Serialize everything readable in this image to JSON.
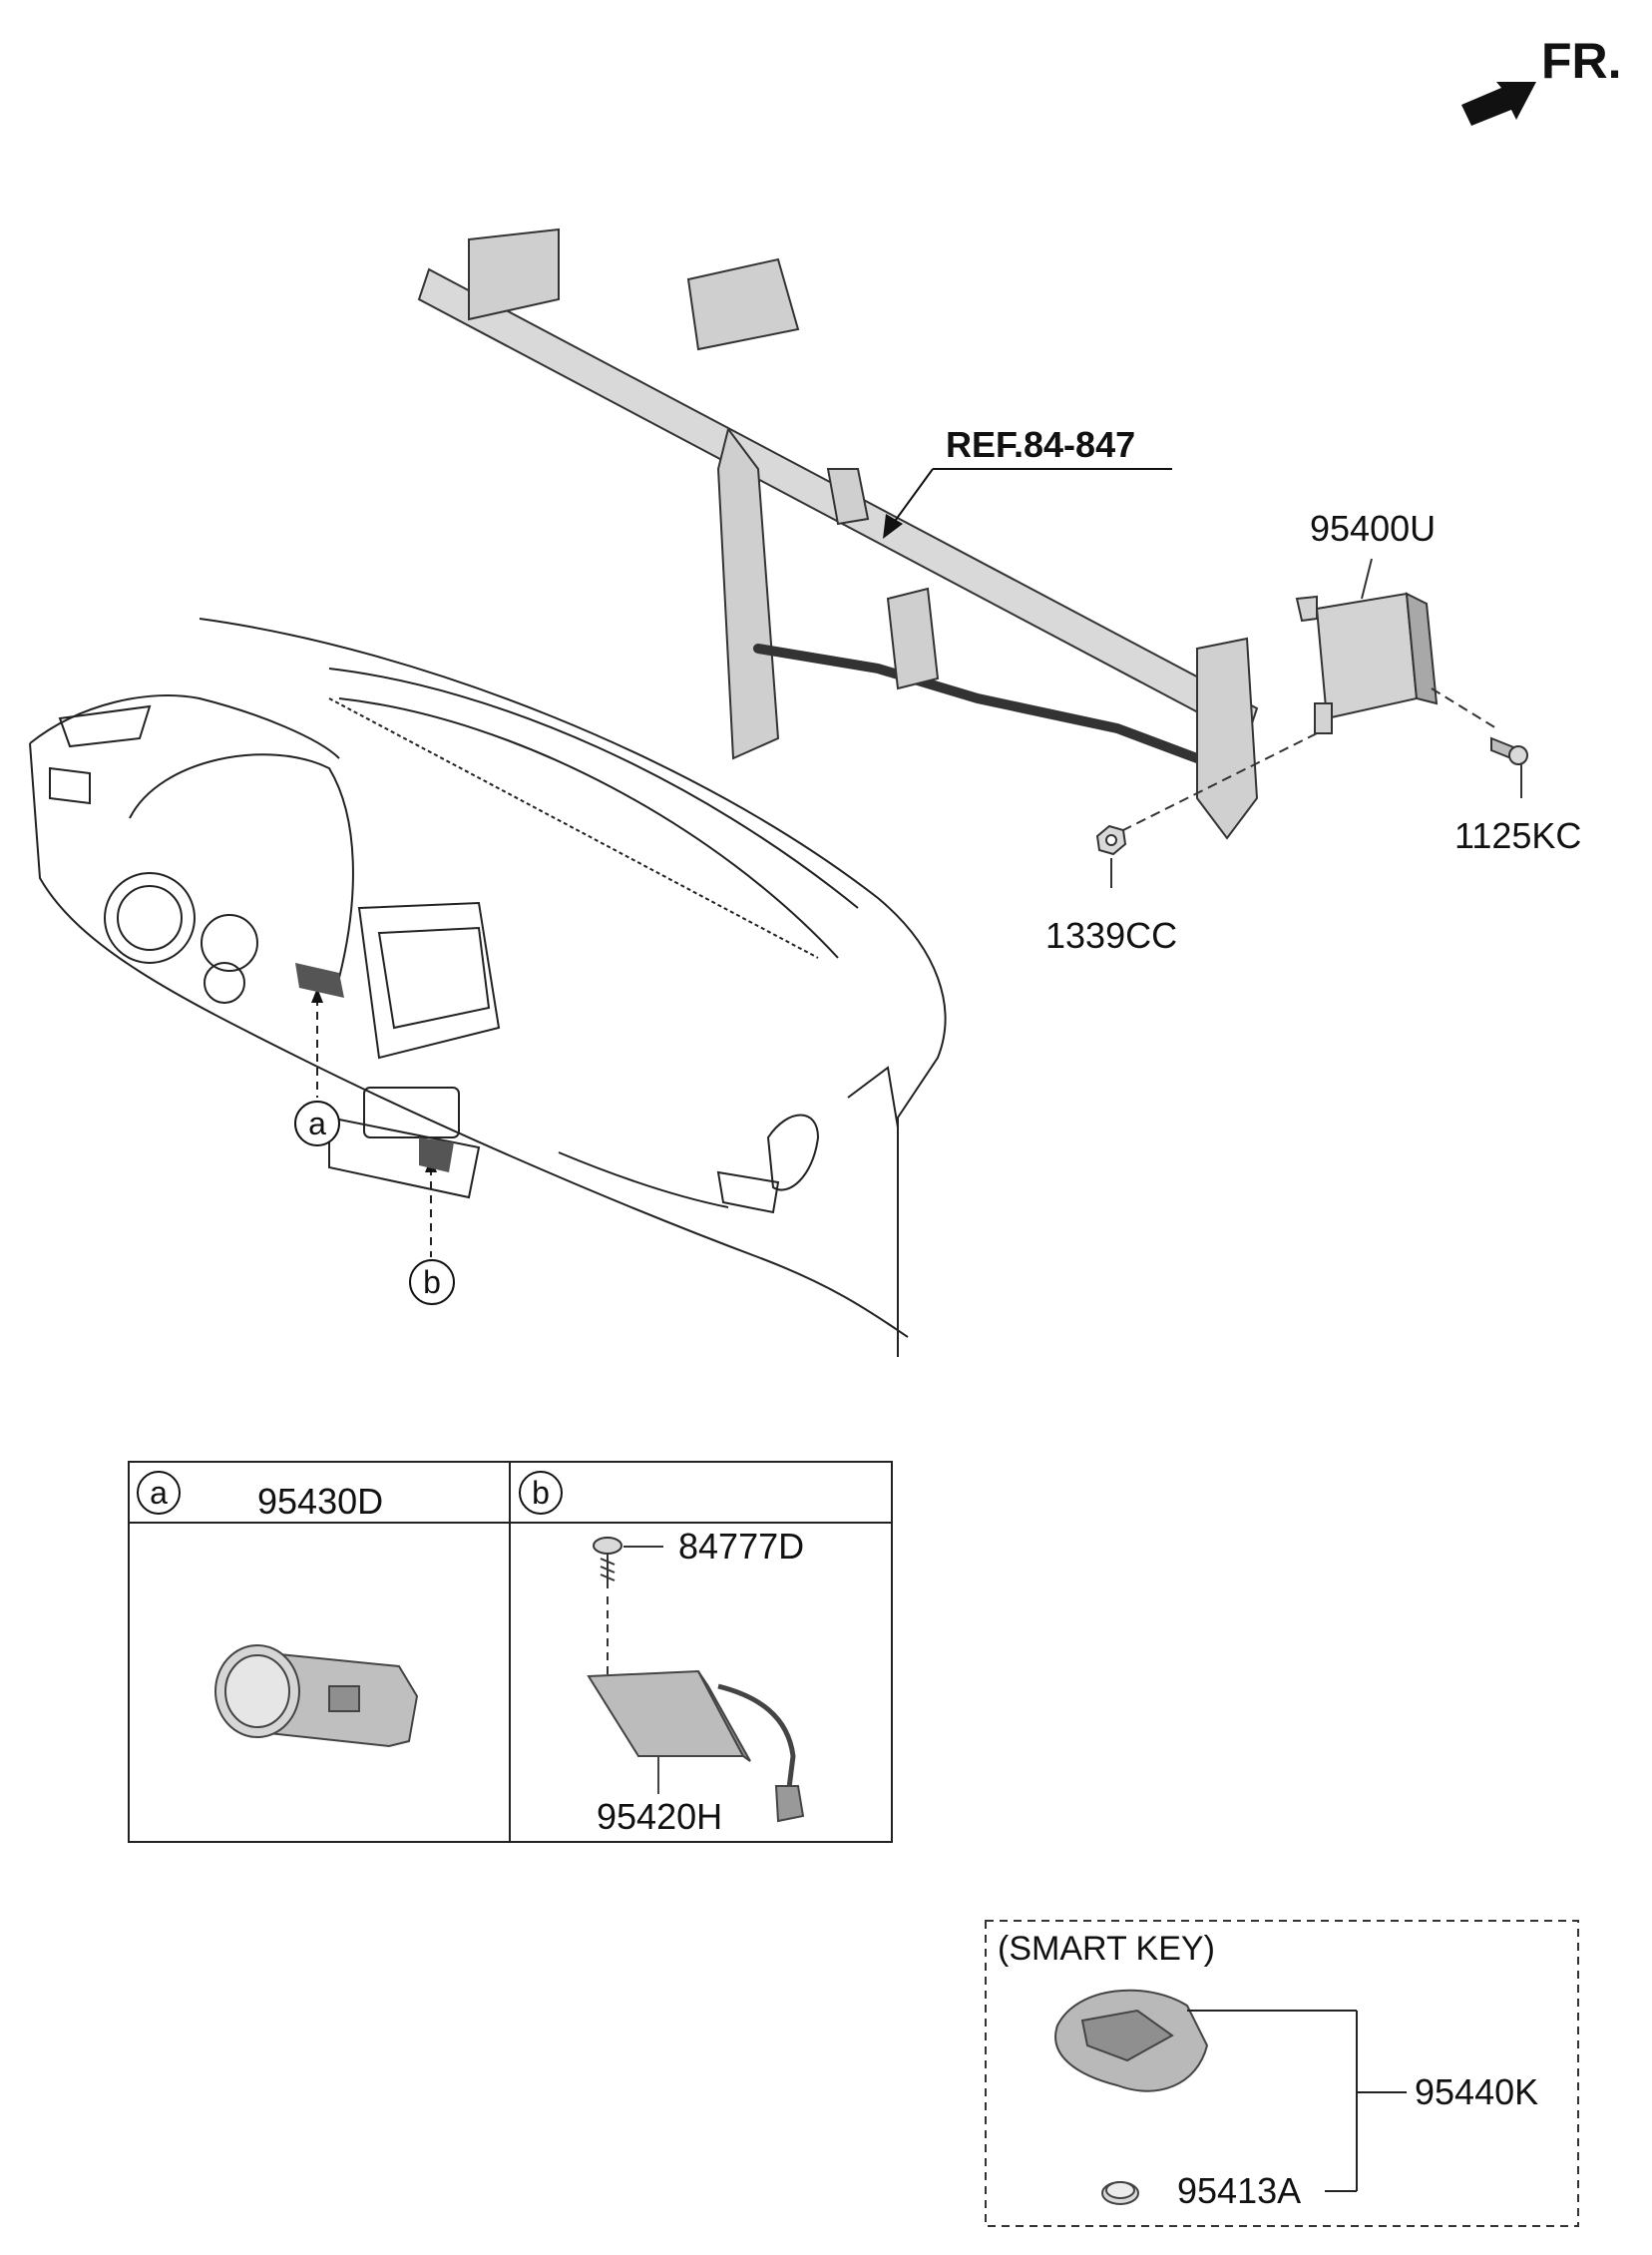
{
  "orientation": {
    "label": "FR.",
    "icon": "front-direction-arrow-icon"
  },
  "reference": {
    "label": "REF.84-847"
  },
  "parts": {
    "bcm": "95400U",
    "bolt": "1125KC",
    "nut": "1339CC",
    "start_button": "95430D",
    "screw": "84777D",
    "antenna": "95420H",
    "smart_key": "95440K",
    "battery": "95413A"
  },
  "callouts": {
    "a": "a",
    "b": "b"
  },
  "detail_table": {
    "col_a_marker": "a",
    "col_a_part": "95430D",
    "col_b_marker": "b"
  },
  "smart_key_box": {
    "title": "(SMART KEY)"
  },
  "colors": {
    "line": "#222222",
    "part_fill": "#d9d9d9",
    "part_shade": "#a8a8a8"
  }
}
